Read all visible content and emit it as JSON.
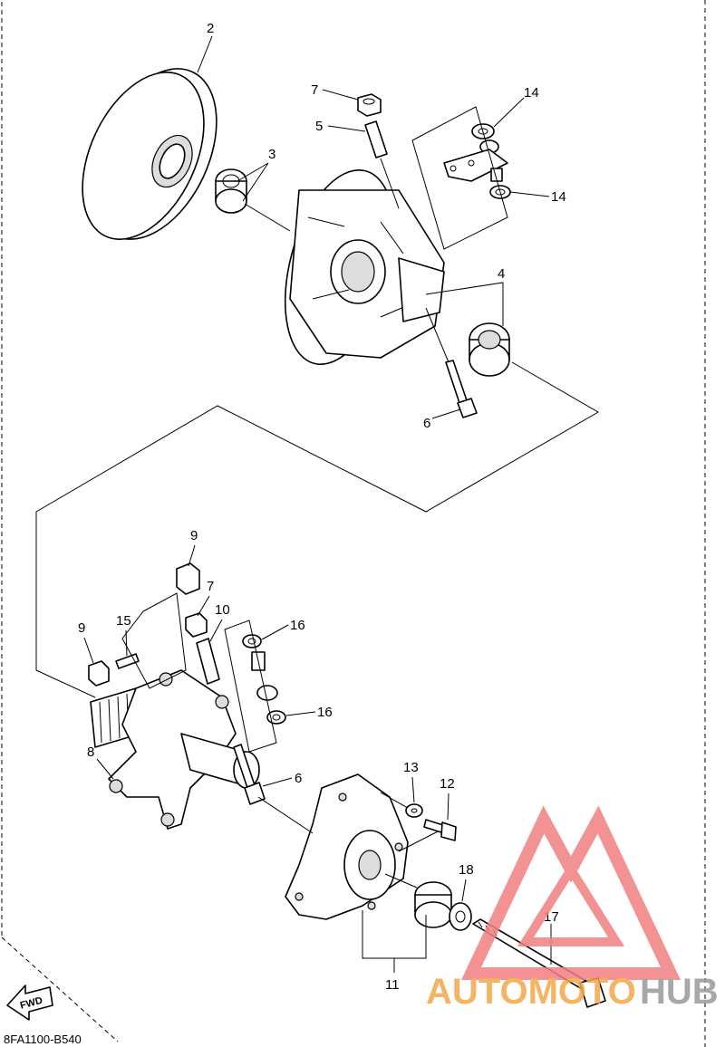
{
  "diagram_code": "8FA1100-B540",
  "fwd_label": "FWD",
  "watermark": {
    "part1": "AUTOMOTO",
    "part2": "HUB",
    "color1": "#f4a74a",
    "color2": "#999999",
    "triangle_color": "#f28080"
  },
  "callouts": {
    "c2": "2",
    "c3": "3",
    "c4": "4",
    "c5": "5",
    "c6a": "6",
    "c6b": "6",
    "c7a": "7",
    "c7b": "7",
    "c8": "8",
    "c9a": "9",
    "c9b": "9",
    "c10": "10",
    "c11": "11",
    "c12": "12",
    "c13": "13",
    "c14a": "14",
    "c14b": "14",
    "c15": "15",
    "c16a": "16",
    "c16b": "16",
    "c17": "17",
    "c18": "18"
  }
}
